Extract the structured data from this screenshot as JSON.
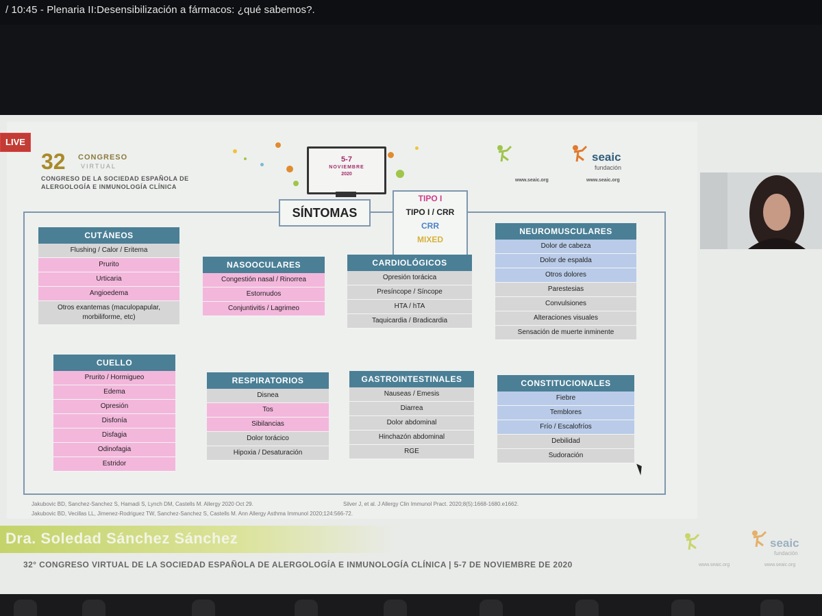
{
  "window": {
    "title": "/ 10:45 - Plenaria II:Desensibilización a fármacos: ¿qué sabemos?."
  },
  "live_badge": "LIVE",
  "header": {
    "congreso_number": "32",
    "congreso_word": "CONGRESO",
    "congreso_virtual": "VIRTUAL",
    "congreso_line1": "CONGRESO DE LA SOCIEDAD ESPAÑOLA DE",
    "congreso_line2": "ALERGOLOGÍA E INMUNOLOGÍA CLÍNICA",
    "monitor_dates": "5-7",
    "monitor_month": "NOVIEMBRE",
    "monitor_year": "2020",
    "sponsor1_url": "www.seaic.org",
    "sponsor2_name": "seaic",
    "sponsor2_sub": "fundación",
    "sponsor2_url": "www.seaic.org"
  },
  "diagram": {
    "title": "SÍNTOMAS",
    "legend": [
      "TIPO I",
      "TIPO I / CRR",
      "CRR",
      "MIXED"
    ],
    "categories": [
      {
        "title": "CUTÁNEOS",
        "rows": [
          {
            "text": "Flushing / Calor / Eritema",
            "type": "tipo1crr"
          },
          {
            "text": "Prurito",
            "type": "tipo1"
          },
          {
            "text": "Urticaria",
            "type": "tipo1"
          },
          {
            "text": "Angioedema",
            "type": "tipo1"
          },
          {
            "text": "Otros exantemas (maculopapular, morbiliforme, etc)",
            "type": "tipo1crr"
          }
        ]
      },
      {
        "title": "CUELLO",
        "rows": [
          {
            "text": "Prurito / Hormigueo",
            "type": "tipo1"
          },
          {
            "text": "Edema",
            "type": "tipo1"
          },
          {
            "text": "Opresión",
            "type": "tipo1"
          },
          {
            "text": "Disfonía",
            "type": "tipo1"
          },
          {
            "text": "Disfagia",
            "type": "tipo1"
          },
          {
            "text": "Odinofagia",
            "type": "tipo1"
          },
          {
            "text": "Estridor",
            "type": "tipo1"
          }
        ]
      },
      {
        "title": "NASOOCULARES",
        "rows": [
          {
            "text": "Congestión nasal / Rinorrea",
            "type": "tipo1"
          },
          {
            "text": "Estornudos",
            "type": "tipo1"
          },
          {
            "text": "Conjuntivitis / Lagrimeo",
            "type": "tipo1"
          }
        ]
      },
      {
        "title": "RESPIRATORIOS",
        "rows": [
          {
            "text": "Disnea",
            "type": "tipo1crr"
          },
          {
            "text": "Tos",
            "type": "tipo1"
          },
          {
            "text": "Sibilancias",
            "type": "tipo1"
          },
          {
            "text": "Dolor torácico",
            "type": "tipo1crr"
          },
          {
            "text": "Hipoxia / Desaturación",
            "type": "tipo1crr"
          }
        ]
      },
      {
        "title": "CARDIOLÓGICOS",
        "rows": [
          {
            "text": "Opresión torácica",
            "type": "tipo1crr"
          },
          {
            "text": "Presíncope / Síncope",
            "type": "tipo1crr"
          },
          {
            "text": "HTA / hTA",
            "type": "tipo1crr"
          },
          {
            "text": "Taquicardia / Bradicardia",
            "type": "tipo1crr"
          }
        ]
      },
      {
        "title": "GASTROINTESTINALES",
        "rows": [
          {
            "text": "Nauseas / Emesis",
            "type": "tipo1crr"
          },
          {
            "text": "Diarrea",
            "type": "tipo1crr"
          },
          {
            "text": "Dolor abdominal",
            "type": "tipo1crr"
          },
          {
            "text": "Hinchazón abdominal",
            "type": "tipo1crr"
          },
          {
            "text": "RGE",
            "type": "tipo1crr"
          }
        ]
      },
      {
        "title": "NEUROMUSCULARES",
        "rows": [
          {
            "text": "Dolor de cabeza",
            "type": "crr"
          },
          {
            "text": "Dolor de espalda",
            "type": "crr"
          },
          {
            "text": "Otros dolores",
            "type": "crr"
          },
          {
            "text": "Parestesias",
            "type": "tipo1crr"
          },
          {
            "text": "Convulsiones",
            "type": "tipo1crr"
          },
          {
            "text": "Alteraciones visuales",
            "type": "tipo1crr"
          },
          {
            "text": "Sensación de muerte inminente",
            "type": "tipo1crr"
          }
        ]
      },
      {
        "title": "CONSTITUCIONALES",
        "rows": [
          {
            "text": "Fiebre",
            "type": "crr"
          },
          {
            "text": "Temblores",
            "type": "crr"
          },
          {
            "text": "Frío / Escalofríos",
            "type": "crr"
          },
          {
            "text": "Debilidad",
            "type": "tipo1crr"
          },
          {
            "text": "Sudoración",
            "type": "tipo1crr"
          }
        ]
      }
    ]
  },
  "references": [
    "Jakubovic BD, Sanchez-Sanchez S, Hamadi S, Lynch DM, Castells M. Allergy 2020 Oct 29.",
    "Silver J, et al. J Allergy Clin Immunol Pract. 2020;8(5):1668-1680.e1662.",
    "Jakubovic BD, Vecillas LL, Jimenez-Rodriguez TW, Sanchez-Sanchez S, Castells M. Ann Allergy Asthma Immunol 2020;124:566-72."
  ],
  "speaker": "Dra. Soledad Sánchez Sánchez",
  "footer": {
    "line": "32° CONGRESO VIRTUAL DE LA SOCIEDAD ESPAÑOLA DE ALERGOLOGÍA E INMUNOLOGÍA CLÍNICA | 5-7 DE NOVIEMBRE DE 2020",
    "logo_name": "seaic",
    "logo_sub": "fundación",
    "logo_url": "www.seaic.org"
  },
  "colors": {
    "tipo1": "#f3b7dc",
    "tipo1crr": "#d6d6d6",
    "crr": "#b9cbe8",
    "mixed": "#efe1a6",
    "header_teal": "#4a7f96",
    "frame_blue": "#7e96ad"
  }
}
